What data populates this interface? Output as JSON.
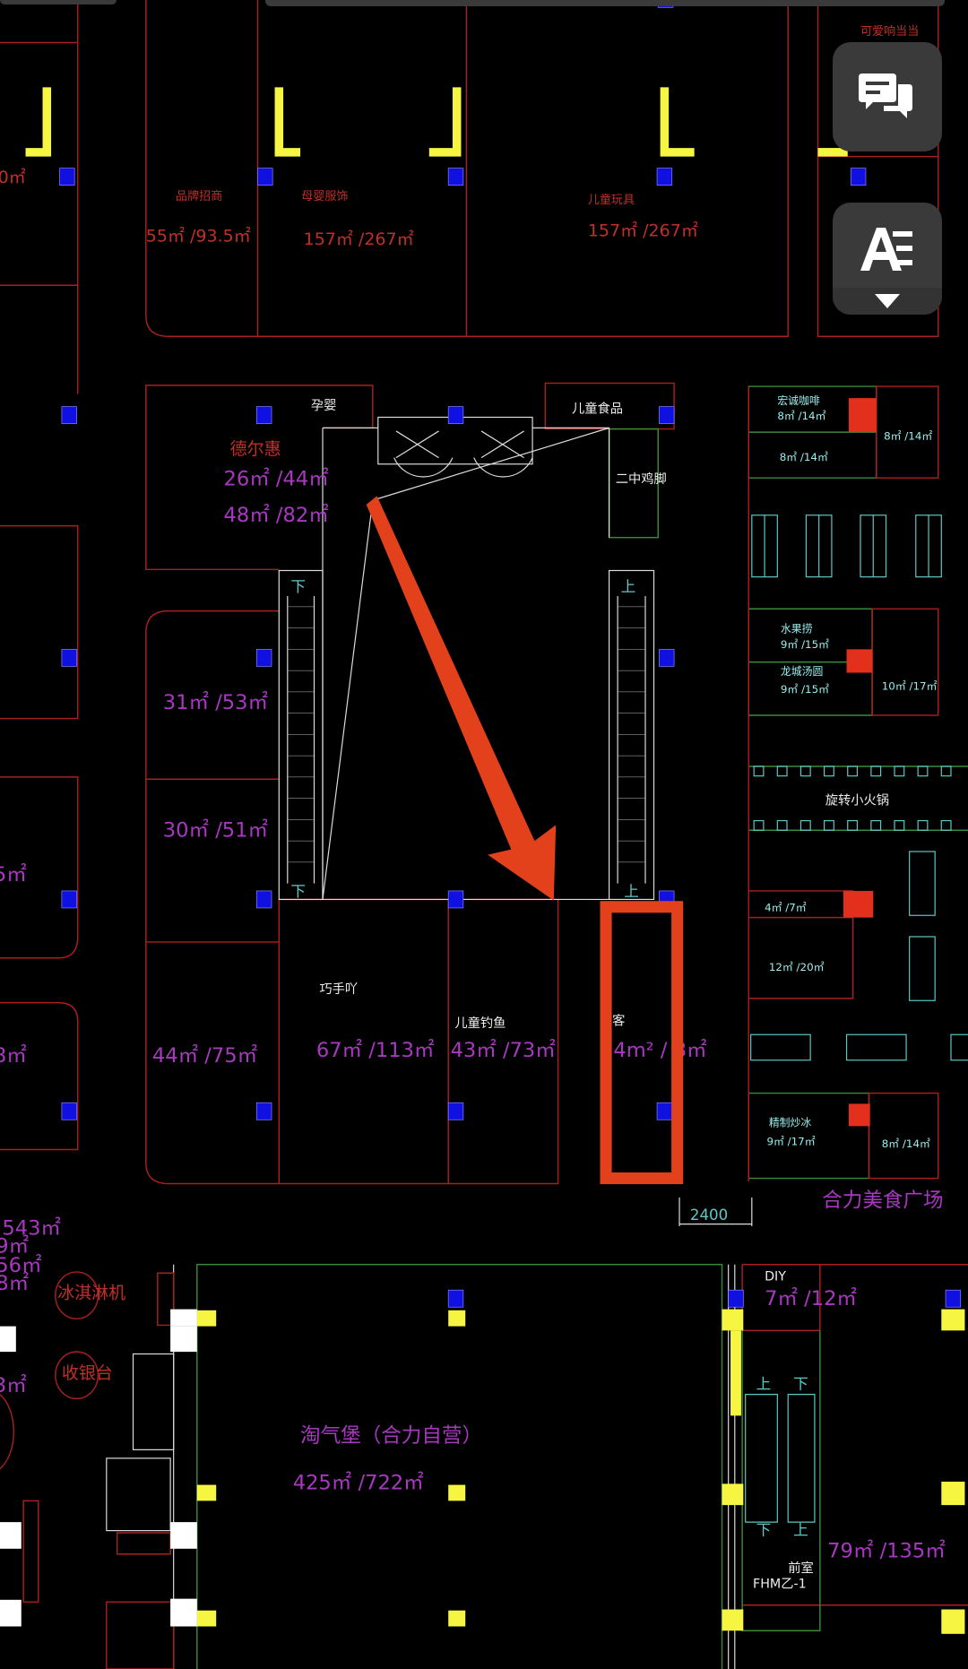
{
  "floating_buttons": {
    "comments_icon": "chat-bubbles-icon",
    "text_tool_icon": "text-format-icon",
    "expand_icon": "triangle-down-icon"
  },
  "colors": {
    "highlight": "#e3301c",
    "area_text": "#a838c0",
    "shop_text": "#c0302a"
  },
  "top_shops": [
    {
      "name": "可爱响当当"
    },
    {
      "name": "品牌招商",
      "area": "55㎡ /93.5㎡"
    },
    {
      "name": "母婴服饰",
      "area": "157㎡ /267㎡"
    },
    {
      "name": "儿童玩具",
      "area": "157㎡ /267㎡"
    },
    {
      "name": "",
      "area": "0㎡"
    }
  ],
  "middle_shops": {
    "yunying": "孕婴",
    "ertong_shipin": "儿童食品",
    "erzhong_jijiao": "二中鸡脚",
    "deerhui": "德尔惠",
    "deerhui_area1": "26㎡ /44㎡",
    "deerhui_area2": "48㎡ /82㎡",
    "a31": "31㎡ /53㎡",
    "a30": "30㎡ /51㎡",
    "a44": "44㎡ /75㎡",
    "qiaoshouya": "巧手吖",
    "a67": "67㎡ /113㎡",
    "ertong_diaoyu": "儿童钓鱼",
    "a43": "43㎡ /73㎡",
    "ke": "客",
    "highlight_area": "4m² / 8㎡",
    "left_partial_1": "5㎡",
    "left_partial_2": "8㎡",
    "escalator_down": "下",
    "escalator_up": "上"
  },
  "food_court": {
    "title": "合力美食广场",
    "s1_name": "宏诚咖啡",
    "s1_area": "8㎡ /14㎡",
    "s2_area": "8㎡ /14㎡",
    "s3_area": "8㎡ /14㎡",
    "s4_name": "水果捞",
    "s4_area": "9㎡ /15㎡",
    "s5_name": "龙城汤圆",
    "s5_area": "9㎡ /15㎡",
    "s6_area": "10㎡ /17㎡",
    "hotpot": "旋转小火锅",
    "s7_area": "4㎡ /7㎡",
    "s8_area": "12㎡ /20㎡",
    "s9_name": "精制炒冰",
    "s9_area": "9㎡ /17㎡",
    "s10_area": "8㎡ /14㎡"
  },
  "dimension": "2400",
  "bottom": {
    "left_areas": [
      "543㎡",
      "9㎡",
      "56㎡",
      "8㎡",
      "3㎡"
    ],
    "circle1": "冰淇淋机",
    "circle2": "收银台",
    "playground_name": "淘气堡（合力自营）",
    "playground_area": "425㎡ /722㎡",
    "diy": "DIY",
    "diy_area": "7㎡ /12㎡",
    "stair_up": "上",
    "stair_down": "下",
    "anteroom": "前室",
    "door": "FHM乙-1",
    "right_area": "79㎡ /135㎡"
  }
}
